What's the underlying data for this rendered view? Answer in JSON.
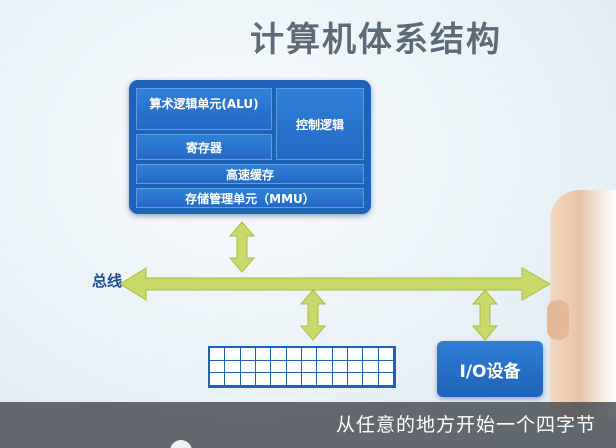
{
  "slide": {
    "title": "计算机体系结构",
    "cpu": {
      "alu": "算术逻辑单元(ALU)",
      "control": "控制逻辑",
      "registers": "寄存器",
      "cache": "高速缓存",
      "mmu": "存储管理单元（MMU）"
    },
    "bus_label": "总线",
    "io_device": "I/O设备"
  },
  "subtitle": "从任意的地方开始一个四字节",
  "colors": {
    "accent": "#1f63b8",
    "arrow": "#c8d96a",
    "title": "#5d6b78"
  },
  "icons": {
    "arrow": "double-arrow-icon",
    "playback": "progress-knob-icon"
  }
}
